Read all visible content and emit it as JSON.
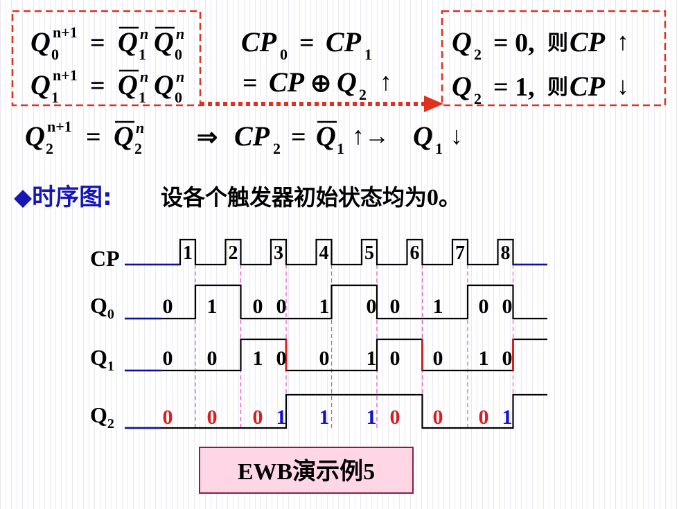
{
  "equations": {
    "q0_next": {
      "lhs": "Q",
      "lhs_sub": "0",
      "lhs_sup": "n+1",
      "eq": "=",
      "t1": "Q",
      "t1_sub": "1",
      "t1_sup": "n",
      "t2": "Q",
      "t2_sub": "0",
      "t2_sup": "n"
    },
    "q1_next": {
      "lhs": "Q",
      "lhs_sub": "1",
      "lhs_sup": "n+1",
      "eq": "=",
      "t1": "Q",
      "t1_sub": "1",
      "t1_sup": "n",
      "t2": "Q",
      "t2_sub": "0",
      "t2_sup": "n"
    },
    "q2_next": {
      "lhs": "Q",
      "lhs_sub": "2",
      "lhs_sup": "n+1",
      "eq": "=",
      "t1": "Q",
      "t1_sub": "2",
      "t1_sup": "n"
    },
    "cp_line1": {
      "a": "CP",
      "a_sub": "0",
      "eq": "=",
      "b": "CP",
      "b_sub": "1"
    },
    "cp_line2": {
      "eq": "=",
      "a": "CP",
      "op": "⊕",
      "b": "Q",
      "b_sub": "2",
      "arrow": "↑"
    },
    "cond1": {
      "q": "Q",
      "q_sub": "2",
      "rest": "= 0,",
      "ze": "则",
      "cp": "CP",
      "arrow": "↑"
    },
    "cond2": {
      "q": "Q",
      "q_sub": "2",
      "rest": "= 1,",
      "ze": "则",
      "cp": "CP",
      "arrow": "↓"
    },
    "cp2": {
      "imp": "⇒",
      "cp": "CP",
      "cp_sub": "2",
      "eq": "=",
      "q": "Q",
      "q_sub": "1",
      "up": "↑→",
      "q2": "Q",
      "q2_sub": "1",
      "down": "↓"
    }
  },
  "heading": {
    "bullet": "◆",
    "title": "时序图:",
    "desc_cn": "设各个触发器初始状态均为",
    "desc_num": "0",
    "desc_end": "。"
  },
  "timing": {
    "clock_label": "CP",
    "pulse_numbers": [
      "1",
      "2",
      "3",
      "4",
      "5",
      "6",
      "7",
      "8"
    ],
    "q0": {
      "label": "Q",
      "sub": "0",
      "values": [
        "0",
        "1",
        "0",
        "0",
        "1",
        "0",
        "0",
        "1",
        "0",
        "0"
      ]
    },
    "q1": {
      "label": "Q",
      "sub": "1",
      "values": [
        "0",
        "0",
        "1",
        "0",
        "0",
        "1",
        "0",
        "0",
        "1",
        "0"
      ]
    },
    "q2": {
      "label": "Q",
      "sub": "2",
      "values": [
        "0",
        "0",
        "0",
        "1",
        "1",
        "1",
        "0",
        "0",
        "0",
        "1"
      ]
    },
    "colors": {
      "border": "#e0301e",
      "red": "#d62020",
      "blue": "#1010d0",
      "guide": "#e84bd8",
      "clock": "#1010a0"
    }
  },
  "demo_button": {
    "label": "EWB演示例5"
  }
}
